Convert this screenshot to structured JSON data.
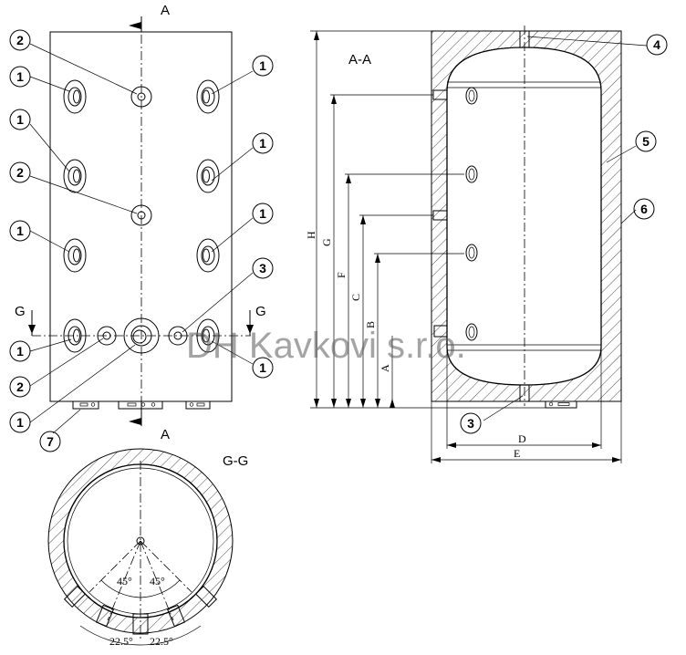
{
  "section_labels": {
    "a_top": "A",
    "a_bottom": "A",
    "g_left": "G",
    "g_right": "G",
    "view_aa": "A-A",
    "view_gg": "G-G"
  },
  "callouts": {
    "c2_top": "2",
    "c1_l1": "1",
    "c1_r1": "1",
    "c1_l2": "1",
    "c1_r2": "1",
    "c2_mid": "2",
    "c1_l3": "1",
    "c1_r3": "1",
    "c3_left": "3",
    "c1_gl": "1",
    "c1_gr": "1",
    "c2_low": "2",
    "c1_center": "1",
    "c7": "7",
    "c4": "4",
    "c5": "5",
    "c6": "6",
    "c3_right": "3"
  },
  "dimensions": {
    "H": "H",
    "G": "G",
    "F": "F",
    "C": "C",
    "B": "B",
    "A": "A",
    "D": "D",
    "E": "E"
  },
  "angles": {
    "left45": "45°",
    "right45": "45°",
    "left22": "22.5°",
    "right22": "22.5°"
  },
  "watermark": "DH Kavkovi s.r.o.",
  "colors": {
    "line": "#000000",
    "background": "#ffffff",
    "watermark": "#5a5a5a"
  }
}
